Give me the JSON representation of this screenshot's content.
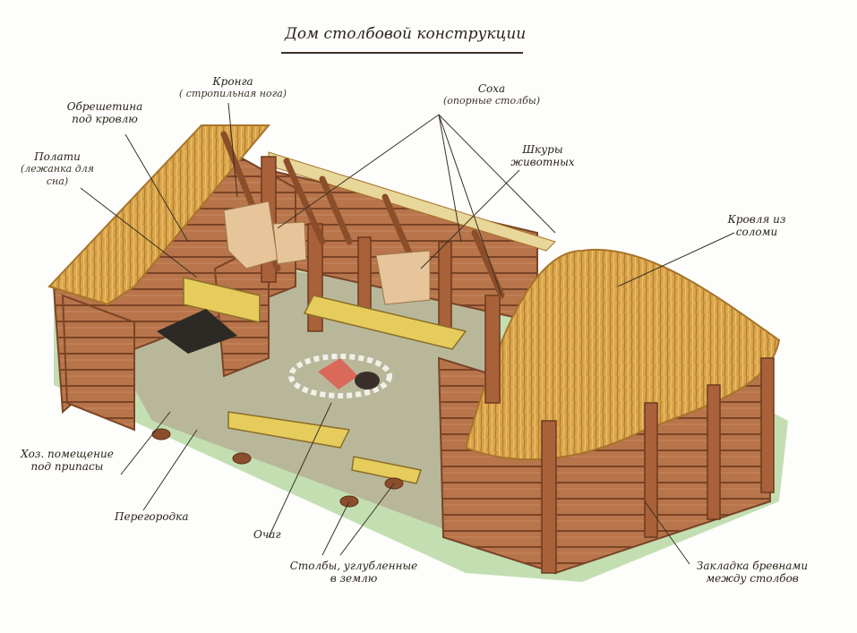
{
  "title": "Дом столбовой конструкции",
  "labels": {
    "okreshetina": "Обрешетина под кровлю",
    "kronga": "Кронга",
    "kronga_sub": "( стропильная нога)",
    "sokha": "Соха",
    "sokha_sub": "(опорные столбы)",
    "shkury": "Шкуры животных",
    "polati": "Полати",
    "polati_sub": "(лежанка для сна)",
    "krovlya": "Кровля из соломи",
    "khoz": "Хоз. помещение под припасы",
    "peregorodka": "Перегородка",
    "ochag": "Очаг",
    "stolby": "Столбы, углубленные в землю",
    "zakladka": "Закладка бревнами между столбов"
  },
  "colors": {
    "log": "#b8744a",
    "log_dark": "#7a4427",
    "straw": "#d9a44a",
    "straw_dark": "#a8742a",
    "floor": "#b9b79a",
    "grass": "#b9d9a4",
    "bench": "#e6cc5c",
    "hide": "#e7c59a",
    "ink": "#2a2418"
  }
}
